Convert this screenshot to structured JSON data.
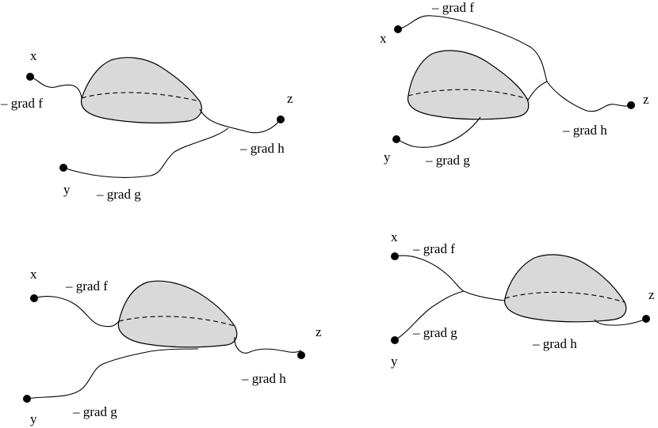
{
  "panels": [
    {
      "point_x": "x",
      "point_y": "y",
      "point_z": "z",
      "label_f": "– grad f",
      "label_g": "– grad g",
      "label_h": "– grad h"
    },
    {
      "point_x": "x",
      "point_y": "y",
      "point_z": "z",
      "label_f": "– grad f",
      "label_g": "– grad g",
      "label_h": "– grad h"
    },
    {
      "point_x": "x",
      "point_y": "y",
      "point_z": "z",
      "label_f": "– grad f",
      "label_g": "– grad g",
      "label_h": "– grad h"
    },
    {
      "point_x": "x",
      "point_y": "y",
      "point_z": "z",
      "label_f": "– grad f",
      "label_g": "– grad g",
      "label_h": "– grad h"
    }
  ]
}
